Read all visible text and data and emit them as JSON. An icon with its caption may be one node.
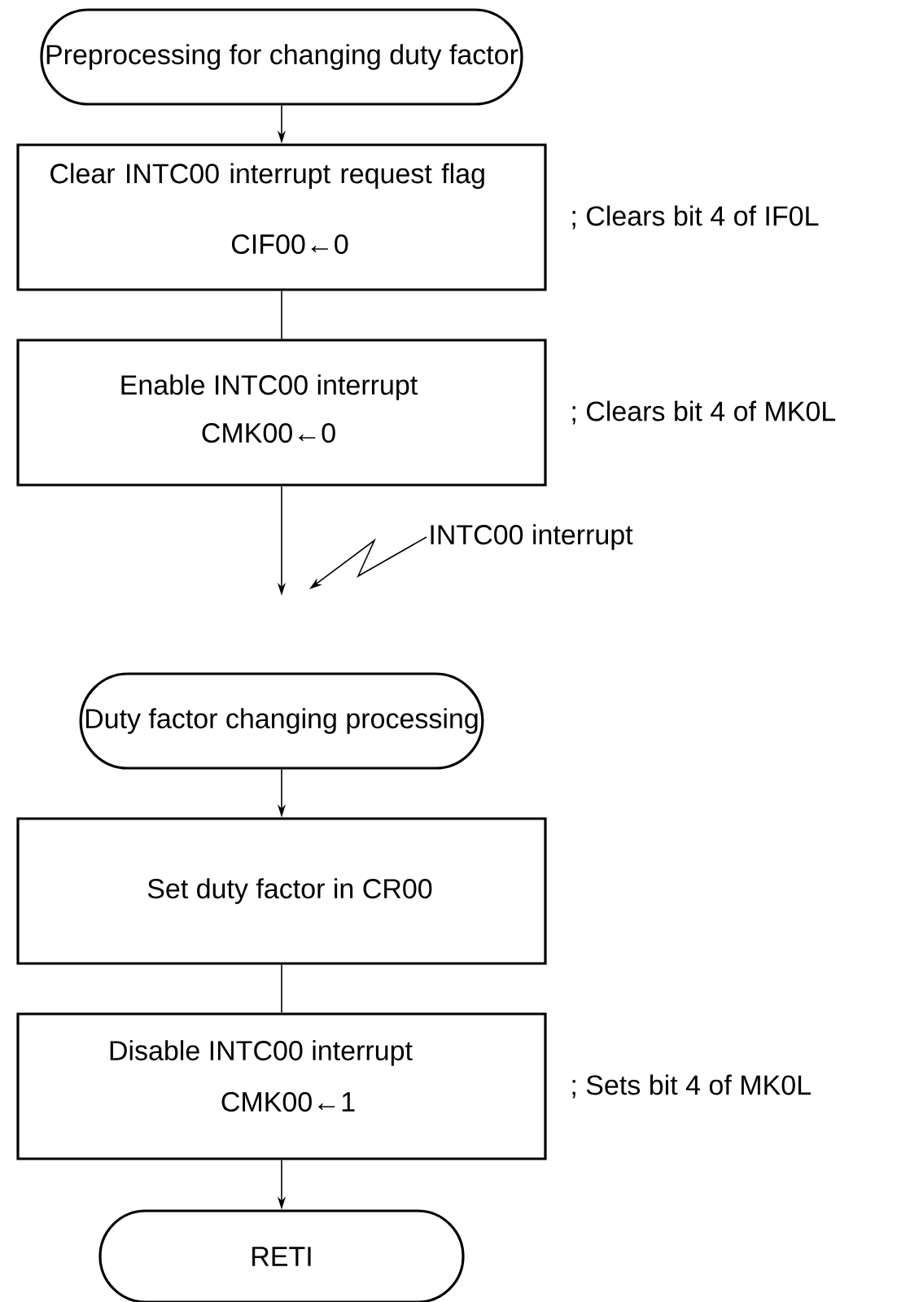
{
  "diagram": {
    "nodes": [
      {
        "text": [
          "Preprocessing for changing duty factor"
        ]
      },
      {
        "text": [
          "Clear INTC00 interrupt request flag",
          "CIF00←0"
        ],
        "beside": [
          "; Clears bit 4 of IF0L"
        ]
      },
      {
        "text": [
          "Enable INTC00 interrupt",
          "CMK00←0"
        ],
        "beside": [
          "; Clears bit 4 of MK0L"
        ]
      },
      {
        "text": [
          "INTC00 interrupt"
        ]
      },
      {
        "text": [
          "Duty factor changing processing"
        ]
      },
      {
        "text": [
          "Set duty factor in CR00"
        ]
      },
      {
        "text": [
          "Disable INTC00 interrupt",
          "CMK00←1"
        ],
        "beside": [
          "; Sets bit 4 of MK0L"
        ]
      },
      {
        "text": [
          "RETI"
        ]
      }
    ],
    "edges": [
      {
        "from": 0,
        "to": 1,
        "arrow": "to"
      },
      {
        "from": 1,
        "to": 2,
        "arrow": "none"
      },
      {
        "from": 2,
        "to": null,
        "arrow": "to"
      },
      {
        "from": 3,
        "to": null,
        "arrow": "to"
      },
      {
        "from": 4,
        "to": 5,
        "arrow": "to"
      },
      {
        "from": 5,
        "to": 6,
        "arrow": "none"
      },
      {
        "from": 6,
        "to": 7,
        "arrow": "to"
      }
    ]
  }
}
